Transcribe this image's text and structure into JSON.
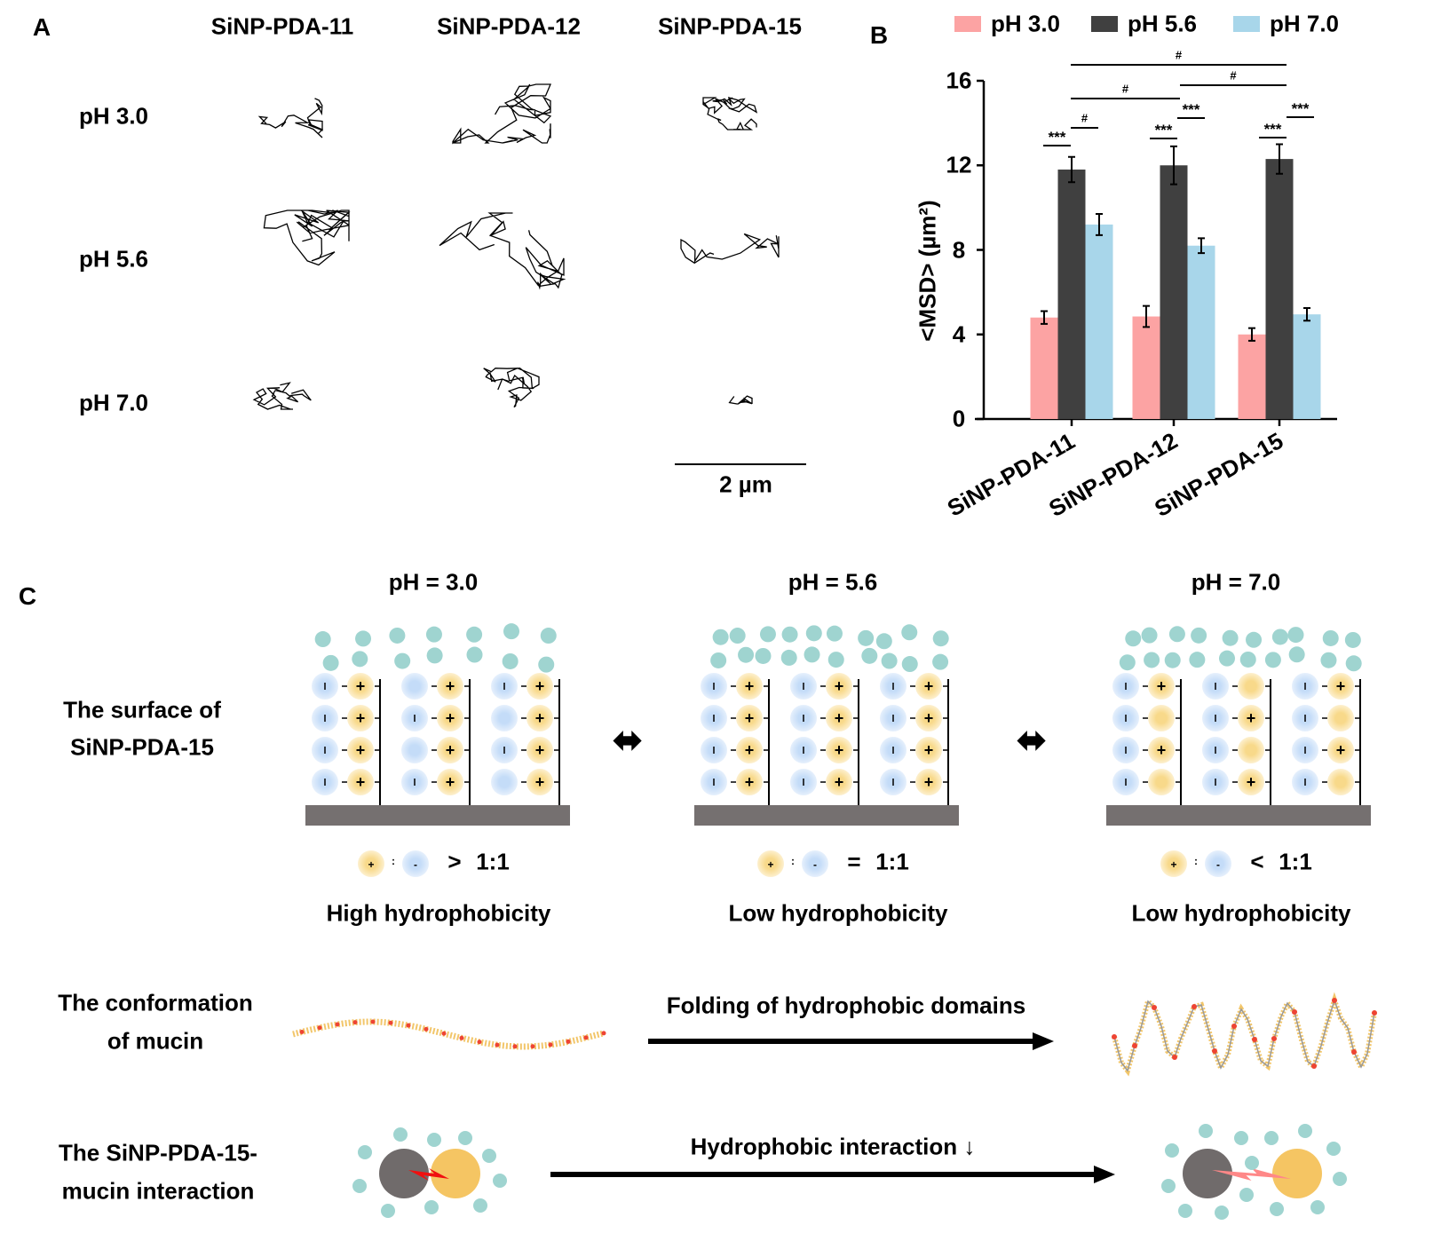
{
  "panel_a": {
    "label": "A",
    "columns": [
      "SiNP-PDA-11",
      "SiNP-PDA-12",
      "SiNP-PDA-15"
    ],
    "rows": [
      "pH 3.0",
      "pH 5.6",
      "pH 7.0"
    ],
    "scale_bar": "2 µm"
  },
  "panel_b": {
    "label": "B"
  },
  "chart_data": {
    "type": "bar",
    "categories": [
      "SiNP-PDA-11",
      "SiNP-PDA-12",
      "SiNP-PDA-15"
    ],
    "series": [
      {
        "name": "pH 3.0",
        "color": "#fca3a3",
        "values": [
          4.8,
          4.85,
          4.0
        ],
        "errors": [
          0.3,
          0.5,
          0.3
        ]
      },
      {
        "name": "pH 5.6",
        "color": "#404040",
        "values": [
          11.8,
          12.0,
          12.3
        ],
        "errors": [
          0.6,
          0.9,
          0.7
        ]
      },
      {
        "name": "pH 7.0",
        "color": "#a8d6ea",
        "values": [
          9.2,
          8.2,
          4.95
        ],
        "errors": [
          0.5,
          0.35,
          0.3
        ]
      }
    ],
    "ylabel": "<MSD> (µm²)",
    "ylim": [
      0,
      16
    ],
    "yticks": [
      "0",
      "4",
      "8",
      "12",
      "16"
    ],
    "legend": "top",
    "annotations": [
      "***",
      "#",
      "***",
      "***",
      "***",
      "#",
      "#",
      "#"
    ]
  },
  "panel_c": {
    "label": "C",
    "conditions": [
      {
        "ph": "pH = 3.0",
        "op": ">",
        "ratio": "1:1",
        "desc": "High hydrophobicity"
      },
      {
        "ph": "pH = 5.6",
        "op": "=",
        "ratio": "1:1",
        "desc": "Low hydrophobicity"
      },
      {
        "ph": "pH = 7.0",
        "op": "<",
        "ratio": "1:1",
        "desc": "Low hydrophobicity"
      }
    ],
    "surface_label_1": "The surface of",
    "surface_label_2": "SiNP-PDA-15",
    "mucin_label_1": "The conformation",
    "mucin_label_2": "of mucin",
    "mucin_arrow": "Folding of hydrophobic domains",
    "inter_label_1": "The SiNP-PDA-15-",
    "inter_label_2": "mucin interaction",
    "inter_arrow": "Hydrophobic interaction ↓",
    "plus": "+",
    "minus": "-",
    "colon": ":",
    "double_arrow": "⬌"
  }
}
